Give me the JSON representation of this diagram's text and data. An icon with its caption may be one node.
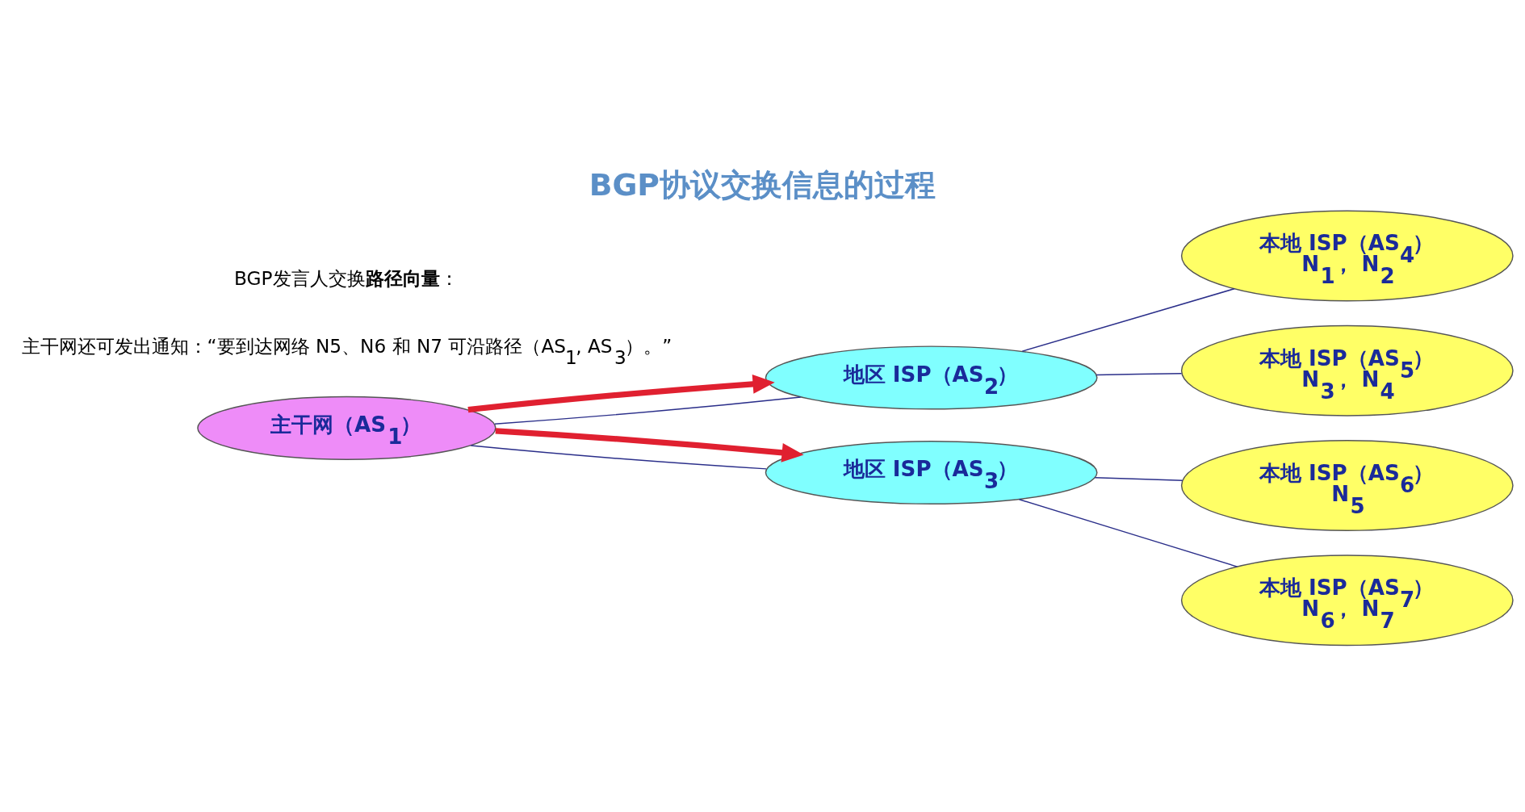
{
  "diagram": {
    "title": "BGP协议交换信息的过程",
    "nodes": [
      {
        "text": [
          "主干网（AS$_{1}$）"
        ]
      },
      {
        "text": [
          "地区 ISP（AS$_{2}$）"
        ]
      },
      {
        "text": [
          "地区 ISP（AS$_{3}$）"
        ]
      },
      {
        "text": [
          "本地 ISP（AS$_{4}$）",
          "N$_{1}$， N$_{2}$"
        ]
      },
      {
        "text": [
          "本地 ISP（AS$_{5}$）",
          "N$_{3}$， N$_{4}$"
        ]
      },
      {
        "text": [
          "本地 ISP（AS$_{6}$）",
          "N$_{5}$"
        ]
      },
      {
        "text": [
          "本地 ISP（AS$_{7}$）",
          "N$_{6}$， N$_{7}$"
        ]
      }
    ],
    "edges": [
      {
        "from": 0,
        "to": 1,
        "arrow": "none"
      },
      {
        "from": 0,
        "to": 2,
        "arrow": "none"
      },
      {
        "from": 1,
        "to": 3,
        "arrow": "none"
      },
      {
        "from": 1,
        "to": 4,
        "arrow": "none"
      },
      {
        "from": 2,
        "to": 5,
        "arrow": "none"
      },
      {
        "from": 2,
        "to": 6,
        "arrow": "none"
      },
      {
        "from": 0,
        "to": 1,
        "arrow": "to",
        "style": "thick",
        "color": "#e02030"
      },
      {
        "from": 0,
        "to": 2,
        "arrow": "to",
        "style": "thick",
        "color": "#e02030"
      }
    ],
    "labels": [
      "BGP发言人交换**路径向量**：",
      "主干网还可发出通知：“要到达网络 N5、N6 和 N7 可沿路径（AS$_{1}$, AS$_{3}$）。”"
    ]
  }
}
